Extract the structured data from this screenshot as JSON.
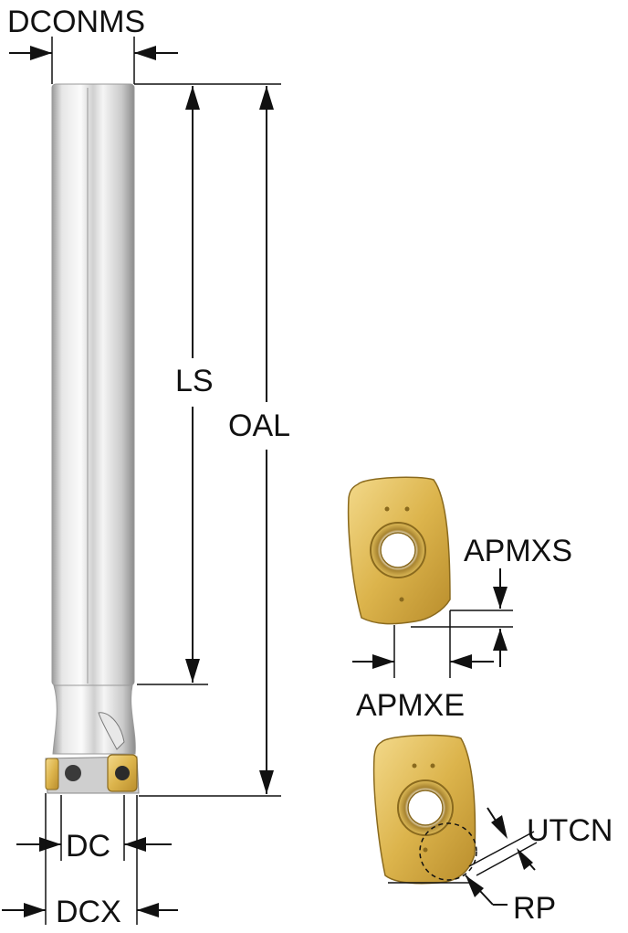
{
  "labels": {
    "dconms": "DCONMS",
    "ls": "LS",
    "oal": "OAL",
    "dc": "DC",
    "dcx": "DCX",
    "apmxs": "APMXS",
    "apmxe": "APMXE",
    "utcn": "UTCN",
    "rp": "RP"
  },
  "colors": {
    "shank_light": "#f2f2f2",
    "shank_dark": "#a8a8a8",
    "insert_gold": "#d9b24a",
    "insert_gold_light": "#f0d27a",
    "insert_edge": "#8a6a1e",
    "line": "#111111"
  }
}
